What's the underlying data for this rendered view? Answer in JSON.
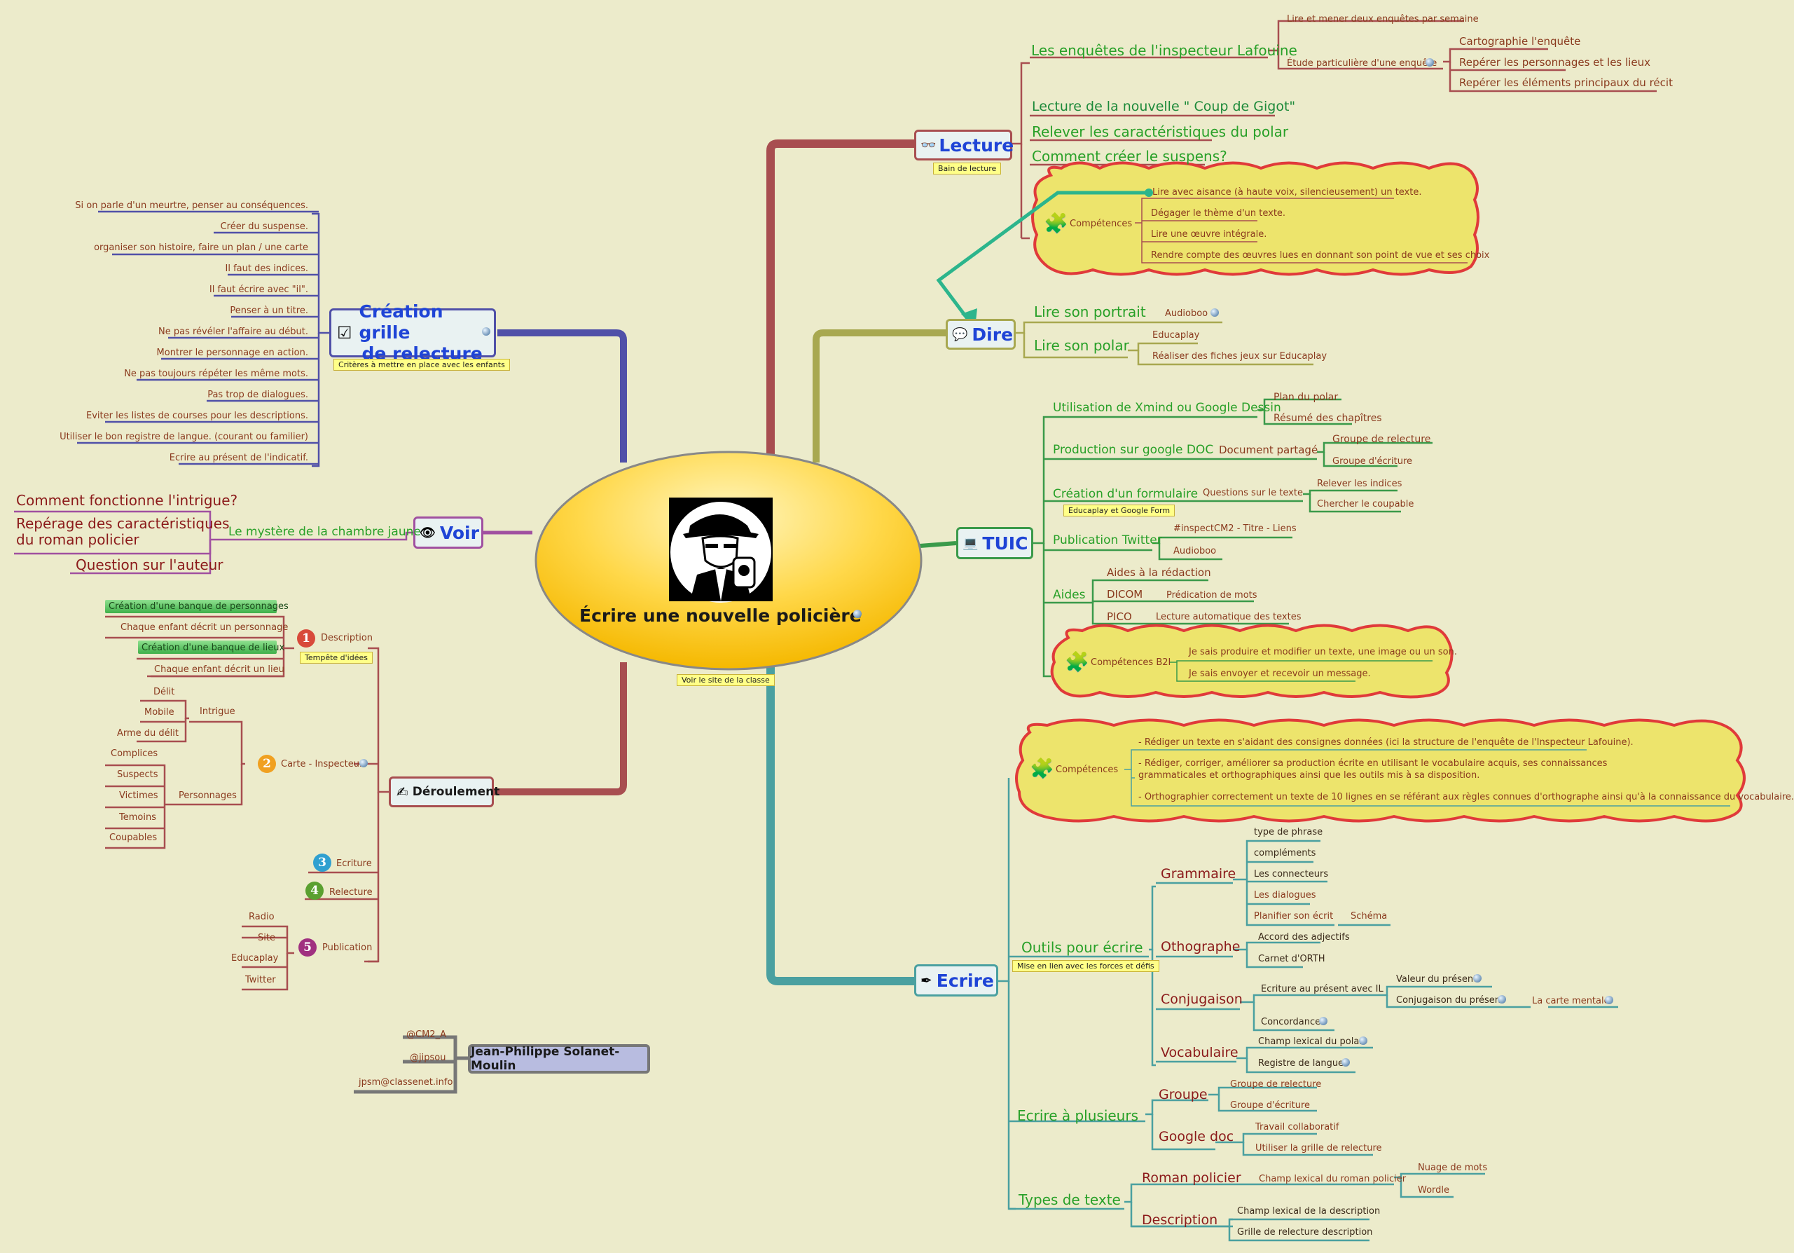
{
  "center": {
    "title": "Écrire une  nouvelle policière",
    "note": "Voir le site de la classe"
  },
  "colors": {
    "background": "#ecebcb",
    "lecture": "#a84e50",
    "dire": "#a8a850",
    "tuic": "#3a9a4a",
    "ecrire": "#4aa0a0",
    "voir": "#a050a0",
    "relecture": "#5050a8",
    "deroulement": "#a84e50"
  },
  "lecture": {
    "label": "Lecture",
    "note": "Bain de lecture",
    "enquetes": "Les enquêtes de l'inspecteur Lafouine",
    "enquetes_sub": [
      "Lire et mener deux enquêtes par semaine",
      "Étude particulière d'une enquête"
    ],
    "etude_sub": [
      "Cartographie l'enquête",
      "Repérer les personnages et les lieux",
      "Repérer les éléments principaux du récit"
    ],
    "items": [
      "Lecture de la nouvelle \" Coup de Gigot\"",
      "Relever les  caractéristiques du polar",
      "Comment créer le suspens?"
    ],
    "competences": "Compétences",
    "comp_items": [
      "Lire avec aisance  (à haute voix, silencieusement) un texte.",
      "Dégager le thème d'un texte.",
      "Lire une œuvre intégrale.",
      "Rendre compte des œuvres lues  en donnant son point de vue et ses choix"
    ]
  },
  "dire": {
    "label": "Dire",
    "portrait": "Lire son portrait",
    "audioboo": "Audioboo",
    "polar": "Lire son polar",
    "polar_sub": [
      "Educaplay",
      "Réaliser des fiches jeux sur Educaplay"
    ]
  },
  "tuic": {
    "label": "TUIC",
    "xmind": "Utilisation de Xmind ou Google Dessin",
    "xmind_sub": [
      "Plan du polar",
      "Résumé des chapîtres"
    ],
    "gdoc": "Production sur google DOC",
    "gdoc_mid": "Document partagé",
    "gdoc_sub": [
      "Groupe de relecture",
      "Groupe d'écriture"
    ],
    "form": "Création d'un formulaire",
    "form_note": "Educaplay et Google Form",
    "form_mid": "Questions sur le texte",
    "form_sub": [
      "Relever les indices",
      "Chercher le coupable"
    ],
    "twitter": "Publication Twitter",
    "twitter_sub": [
      "#inspectCM2 - Titre - Liens",
      "Audioboo"
    ],
    "aides": "Aides",
    "aides_sub": [
      "Aides à la rédaction",
      "DICOM",
      "PICO"
    ],
    "dicom_sub": "Prédication de mots",
    "pico_sub": "Lecture automatique des textes",
    "competences": "Compétences B2I",
    "comp_items": [
      "Je sais produire et modifier un texte, une image ou un son.",
      "Je sais envoyer et recevoir un message."
    ]
  },
  "ecrire": {
    "label": "Ecrire",
    "competences": "Compétences",
    "comp_items": [
      "- Rédiger un texte en s'aidant des consignes données (ici la structure de l'enquête de l'Inspecteur Lafouine).",
      "- Rédiger, corriger, améliorer sa production écrite en utilisant le vocabulaire acquis, ses connaissances",
      "grammaticales et orthographiques ainsi que les outils mis à sa disposition.",
      "- Orthographier correctement un texte de 10 lignes en se référant aux règles connues d'orthographe ainsi qu'à la connaissance du vocabulaire."
    ],
    "outils": "Outils pour écrire",
    "outils_note": "Mise en lien avec les forces et défis",
    "grammaire": "Grammaire",
    "grammaire_sub": [
      "type de phrase",
      "compléments",
      "Les connecteurs",
      "Les dialogues",
      "Planifier son écrit"
    ],
    "schema": "Schéma",
    "otho": "Othographe",
    "otho_sub": [
      "Accord des adjectifs",
      "Carnet d'ORTH"
    ],
    "conj": "Conjugaison",
    "conj_sub": [
      "Ecriture au présent avec IL",
      "Concordance"
    ],
    "conj_sub2": [
      "Valeur du présent",
      "Conjugaison du présent"
    ],
    "carte_mentale": "La carte mentale",
    "voca": "Vocabulaire",
    "voca_sub": [
      "Champ lexical du polar",
      "Registre de langue"
    ],
    "plusieurs": "Ecrire à plusieurs",
    "groupe": "Groupe",
    "groupe_sub": [
      "Groupe de relecture",
      "Groupe d'écriture"
    ],
    "gdoc": "Google doc",
    "gdoc_sub": [
      "Travail collaboratif",
      "Utiliser la grille de relecture"
    ],
    "types": "Types de texte",
    "roman": "Roman policier",
    "roman_mid": "Champ lexical du roman policier",
    "roman_sub": [
      "Nuage de mots",
      "Wordle"
    ],
    "desc": "Description",
    "desc_sub": [
      "Champ lexical de la description",
      "Grille de relecture description"
    ]
  },
  "relecture": {
    "label": "Création grille de relecture",
    "label1": "Création grille",
    "label2": "de relecture",
    "note": "Critères à mettre en place avec les enfants",
    "items": [
      "Si on parle d'un meurtre, penser au conséquences.",
      "Créer du suspense.",
      "organiser son histoire, faire un plan / une carte",
      "Il faut des indices.",
      "Il faut écrire avec \"il\".",
      "Penser à un titre.",
      "Ne pas révéler l'affaire au début.",
      "Montrer le personnage en action.",
      "Ne pas toujours répéter les même mots.",
      "Pas trop de dialogues.",
      "Eviter les listes de courses pour les descriptions.",
      "Utiliser le bon registre de langue. (courant ou familier)",
      "Ecrire au présent de l'indicatif."
    ]
  },
  "voir": {
    "label": "Voir",
    "mystere": "Le mystère de la chambre jaune",
    "items": [
      "Comment fonctionne l'intrigue?",
      "Repérage des caractéristiques",
      "du roman policier",
      "Question sur l'auteur"
    ]
  },
  "deroulement": {
    "label": "Déroulement",
    "desc": "Description",
    "desc_note": "Tempête d'idées",
    "desc_sub": [
      "Création d'une banque de personnages",
      "Chaque enfant décrit un personnage",
      "Création d'une banque de lieux",
      "Chaque enfant décrit un lieu"
    ],
    "carte": "Carte - Inspecteur",
    "intrigue": "Intrigue",
    "intrigue_sub": [
      "Délit",
      "Mobile",
      "Arme du délit"
    ],
    "personnages": "Personnages",
    "personnages_sub": [
      "Complices",
      "Suspects",
      "Victimes",
      "Temoins",
      "Coupables"
    ],
    "ecriture": "Ecriture",
    "relecture": "Relecture",
    "publication": "Publication",
    "publication_sub": [
      "Radio",
      "Site",
      "Educaplay",
      "Twitter"
    ],
    "numbers": [
      "1",
      "2",
      "3",
      "4",
      "5"
    ]
  },
  "author": {
    "label": "Jean-Philippe Solanet-Moulin",
    "items": [
      "@CM2_A",
      "@jipsou",
      "jpsm@classenet.info"
    ]
  }
}
